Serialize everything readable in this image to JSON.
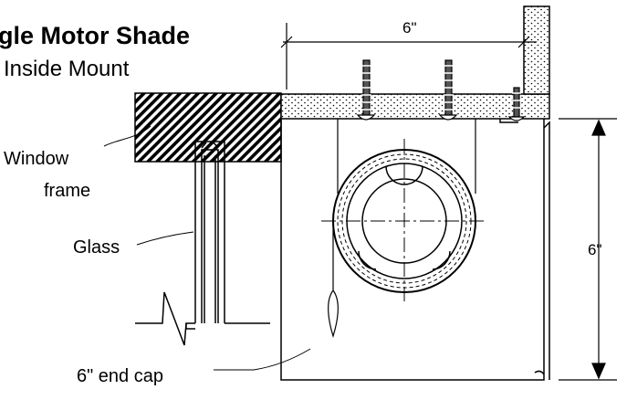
{
  "title": "gle Motor Shade",
  "subtitle": "Inside Mount",
  "labels": {
    "window_line1": "Window",
    "window_line2": "frame",
    "glass": "Glass",
    "end_cap": "6\" end cap"
  },
  "dimensions": {
    "width": "6\"",
    "height": "6\""
  }
}
